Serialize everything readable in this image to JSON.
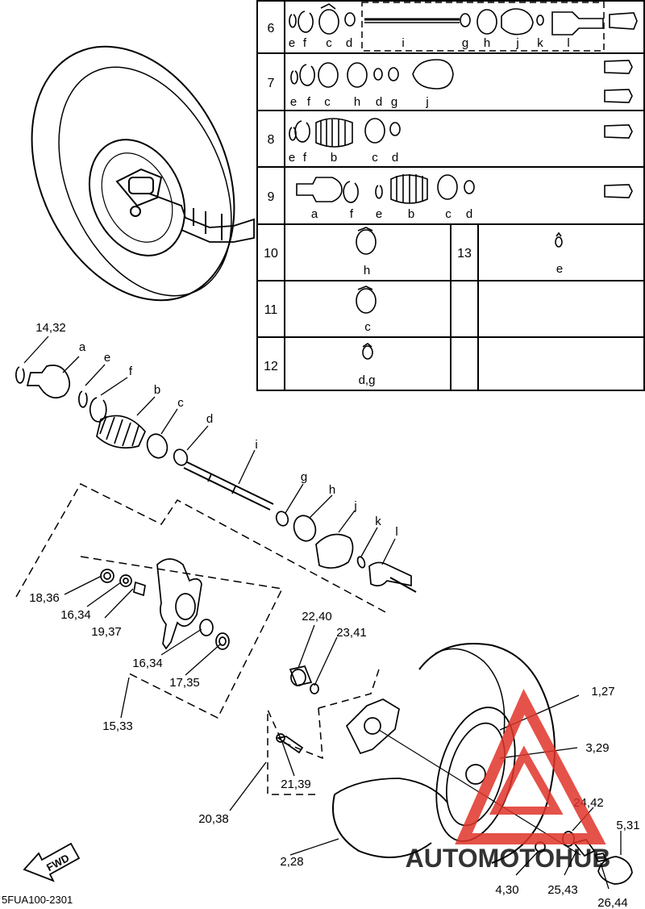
{
  "table": {
    "rows": [
      {
        "no": "6",
        "letters": [
          "e",
          "f",
          "c",
          "d",
          "i",
          "g",
          "h",
          "j",
          "k",
          "l"
        ]
      },
      {
        "no": "7",
        "letters": [
          "e",
          "f",
          "c",
          "h",
          "d",
          "g",
          "j"
        ]
      },
      {
        "no": "8",
        "letters": [
          "e",
          "f",
          "b",
          "c",
          "d"
        ]
      },
      {
        "no": "9",
        "letters": [
          "a",
          "f",
          "e",
          "b",
          "c",
          "d"
        ]
      },
      {
        "no": "10",
        "letters": [
          "h"
        ],
        "right_no": "13",
        "right_letters": [
          "e"
        ]
      },
      {
        "no": "11",
        "letters": [
          "c"
        ]
      },
      {
        "no": "12",
        "letters": [
          "d,g"
        ]
      }
    ]
  },
  "callouts": {
    "kit_letters": [
      "a",
      "e",
      "f",
      "b",
      "c",
      "d",
      "i",
      "g",
      "h",
      "j",
      "k",
      "l"
    ],
    "part_numbers": [
      "14,32",
      "18,36",
      "16,34",
      "19,37",
      "16,34",
      "17,35",
      "15,33",
      "22,40",
      "23,41",
      "21,39",
      "20,38",
      "2,28",
      "1,27",
      "3,29",
      "24,42",
      "5,31",
      "4,30",
      "25,43",
      "26,44"
    ]
  },
  "fwd_label": "FWD",
  "diagram_code": "5FUA100-2301",
  "watermark": {
    "brand": "AUTOMOTOHUB",
    "colors": {
      "red": "#e0342a",
      "orange": "#f4a224"
    }
  }
}
